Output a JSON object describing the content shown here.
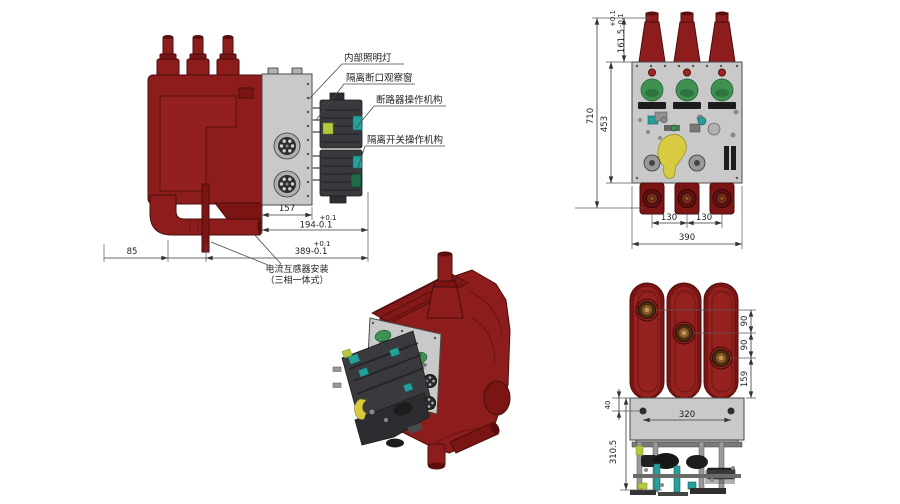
{
  "drawing": {
    "side": {
      "callouts": [
        "内部照明灯",
        "隔离断口观察窗",
        "断路器操作机构",
        "隔离开关操作机构"
      ],
      "ct_note_line1": "电流互感器安装",
      "ct_note_line2": "（三相一体式）",
      "dim_panel_depth": "157",
      "dim_mech_depth_tol": "+0.1",
      "dim_mech_depth": "194-0.1",
      "dim_total_depth_tol": "+0.1",
      "dim_total_depth": "389-0.1",
      "dim_ct_offset": "85"
    },
    "front": {
      "dim_total_height": "710",
      "dim_panel_height": "453",
      "dim_bushing_height": "161.5",
      "dim_bushing_tol_plus": "+0.1",
      "dim_bushing_tol_minus": "-0.1",
      "dim_pole_pitch_left": "130",
      "dim_pole_pitch_right": "130",
      "dim_total_width": "390"
    },
    "rear": {
      "dim_terminal_step_top": "90",
      "dim_terminal_step_mid": "90",
      "dim_terminal_to_base": "159",
      "dim_base_thickness": "40",
      "dim_bolt_pitch": "320",
      "dim_mech_height": "310.5"
    },
    "colors": {
      "body_red": "#8c1d1c",
      "body_red_dark": "#5a0d0d",
      "panel_gray": "#c9c9c9",
      "mechanism_gray": "#3a3a3e",
      "accent_teal": "#25a09a",
      "accent_green": "#3f9152",
      "accent_yellow": "#d8cb42",
      "copper": "#8a5a2a",
      "dimension_line": "#3a3a3a"
    }
  }
}
